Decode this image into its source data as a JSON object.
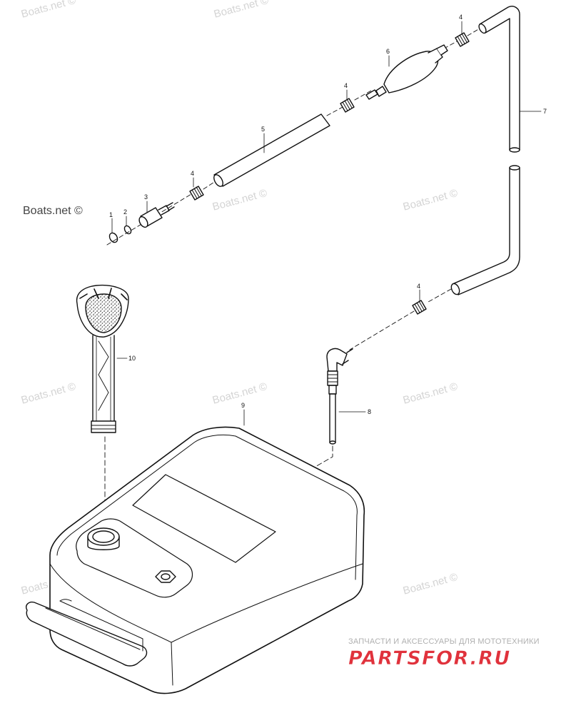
{
  "diagram": {
    "callouts": [
      {
        "id": "c1",
        "text": "1"
      },
      {
        "id": "c2",
        "text": "2"
      },
      {
        "id": "c3",
        "text": "3"
      },
      {
        "id": "c4a",
        "text": "4"
      },
      {
        "id": "c4b",
        "text": "4"
      },
      {
        "id": "c4c",
        "text": "4"
      },
      {
        "id": "c4d",
        "text": "4"
      },
      {
        "id": "c5",
        "text": "5"
      },
      {
        "id": "c6",
        "text": "6"
      },
      {
        "id": "c7",
        "text": "7"
      },
      {
        "id": "c8",
        "text": "8"
      },
      {
        "id": "c9",
        "text": "9"
      },
      {
        "id": "c10",
        "text": "10"
      }
    ]
  },
  "watermarks": {
    "boats": "Boats.net ©"
  },
  "brand": {
    "subtitle": "ЗАПЧАСТИ И АКСЕССУАРЫ ДЛЯ МОТОТЕХНИКИ",
    "logo": "PARTSFOR.RU",
    "logo_color": "#e0323c"
  }
}
